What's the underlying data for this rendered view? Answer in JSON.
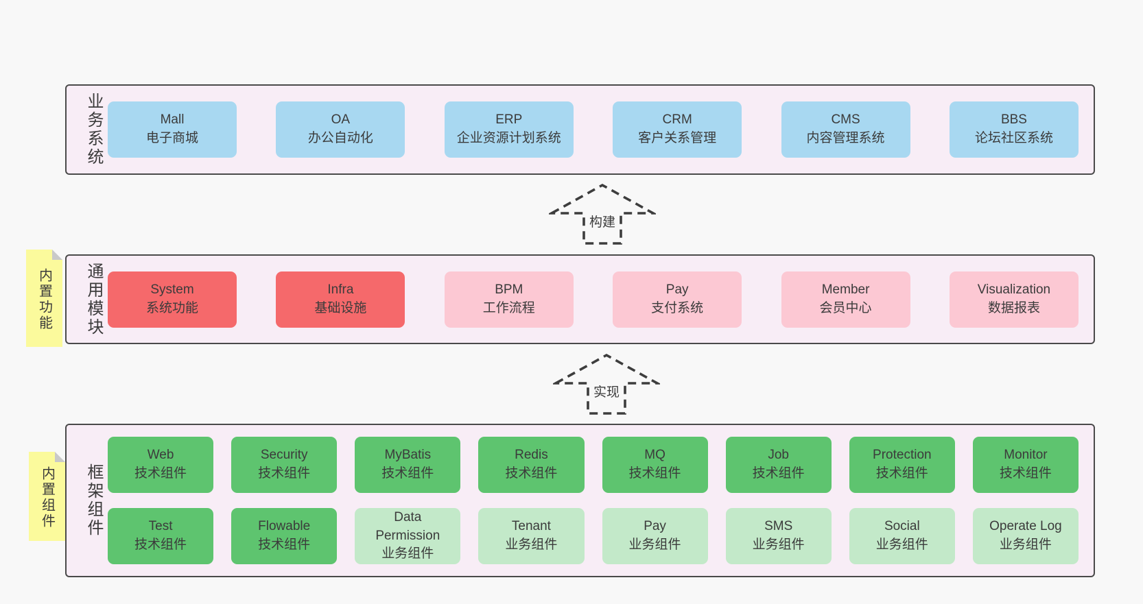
{
  "arrows": [
    {
      "label": "构建"
    },
    {
      "label": "实现"
    }
  ],
  "bands": [
    {
      "label": "业务系统",
      "note": null,
      "boxes": [
        {
          "name": "Mall",
          "desc": "电子商城",
          "type": "business"
        },
        {
          "name": "OA",
          "desc": "办公自动化",
          "type": "business"
        },
        {
          "name": "ERP",
          "desc": "企业资源计划系统",
          "type": "business"
        },
        {
          "name": "CRM",
          "desc": "客户关系管理",
          "type": "business"
        },
        {
          "name": "CMS",
          "desc": "内容管理系统",
          "type": "business"
        },
        {
          "name": "BBS",
          "desc": "论坛社区系统",
          "type": "business"
        }
      ]
    },
    {
      "label": "通用模块",
      "note": "内置功能",
      "boxes": [
        {
          "name": "System",
          "desc": "系统功能",
          "type": "core"
        },
        {
          "name": "Infra",
          "desc": "基础设施",
          "type": "core"
        },
        {
          "name": "BPM",
          "desc": "工作流程",
          "type": "module"
        },
        {
          "name": "Pay",
          "desc": "支付系统",
          "type": "module"
        },
        {
          "name": "Member",
          "desc": "会员中心",
          "type": "module"
        },
        {
          "name": "Visualization",
          "desc": "数据报表",
          "type": "module"
        }
      ]
    },
    {
      "label": "框架组件",
      "note": "内置组件",
      "boxes": [
        {
          "name": "Web",
          "desc": "技术组件",
          "type": "tech"
        },
        {
          "name": "Security",
          "desc": "技术组件",
          "type": "tech"
        },
        {
          "name": "MyBatis",
          "desc": "技术组件",
          "type": "tech"
        },
        {
          "name": "Redis",
          "desc": "技术组件",
          "type": "tech"
        },
        {
          "name": "MQ",
          "desc": "技术组件",
          "type": "tech"
        },
        {
          "name": "Job",
          "desc": "技术组件",
          "type": "tech"
        },
        {
          "name": "Protection",
          "desc": "技术组件",
          "type": "tech"
        },
        {
          "name": "Monitor",
          "desc": "技术组件",
          "type": "tech"
        },
        {
          "name": "Test",
          "desc": "技术组件",
          "type": "tech"
        },
        {
          "name": "Flowable",
          "desc": "技术组件",
          "type": "tech"
        },
        {
          "name": "Data Permission",
          "desc": "业务组件",
          "type": "biz"
        },
        {
          "name": "Tenant",
          "desc": "业务组件",
          "type": "biz"
        },
        {
          "name": "Pay",
          "desc": "业务组件",
          "type": "biz"
        },
        {
          "name": "SMS",
          "desc": "业务组件",
          "type": "biz"
        },
        {
          "name": "Social",
          "desc": "业务组件",
          "type": "biz"
        },
        {
          "name": "Operate Log",
          "desc": "业务组件",
          "type": "biz"
        }
      ]
    }
  ],
  "colors": {
    "page_bg": "#f8f8f8",
    "band_bg": "#f8edf6",
    "band_border": "#4a4a4a",
    "business_box": "#a8d8f1",
    "core_module_box": "#f5696b",
    "common_module_box": "#fcc8d3",
    "tech_component_box": "#5ec46f",
    "biz_component_box": "#c3e9c9",
    "note_bg": "#fbfa9c",
    "text": "#3b3b3b"
  }
}
